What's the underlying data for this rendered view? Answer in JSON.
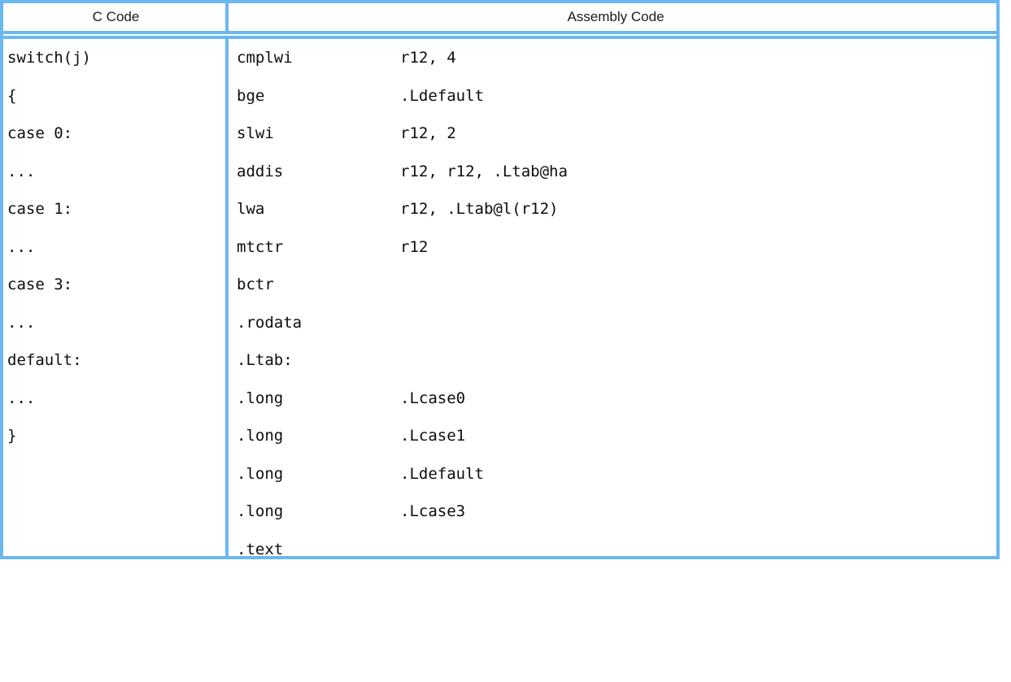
{
  "table": {
    "headers": [
      {
        "label": "C Code"
      },
      {
        "label": "Assembly Code"
      }
    ],
    "border_color": "#6ab8f0",
    "text_color": "#0d0d0d",
    "c_code_lines": [
      "switch(j)",
      "{",
      "case 0:",
      "...",
      "case 1:",
      "...",
      "case 3:",
      "...",
      "default:",
      "...",
      "}",
      "",
      "",
      ""
    ],
    "assembly_lines": [
      {
        "mnemonic": "cmplwi",
        "operand": "r12, 4"
      },
      {
        "mnemonic": "bge",
        "operand": ".Ldefault"
      },
      {
        "mnemonic": "slwi",
        "operand": "r12, 2"
      },
      {
        "mnemonic": "addis",
        "operand": "r12, r12, .Ltab@ha"
      },
      {
        "mnemonic": "lwa",
        "operand": "r12, .Ltab@l(r12)"
      },
      {
        "mnemonic": "mtctr",
        "operand": "r12"
      },
      {
        "mnemonic": "bctr",
        "operand": ""
      },
      {
        "mnemonic": ".rodata",
        "operand": ""
      },
      {
        "mnemonic": ".Ltab:",
        "operand": ""
      },
      {
        "mnemonic": ".long",
        "operand": ".Lcase0"
      },
      {
        "mnemonic": ".long",
        "operand": ".Lcase1"
      },
      {
        "mnemonic": ".long",
        "operand": ".Ldefault"
      },
      {
        "mnemonic": ".long",
        "operand": ".Lcase3"
      },
      {
        "mnemonic": ".text",
        "operand": ""
      }
    ]
  }
}
